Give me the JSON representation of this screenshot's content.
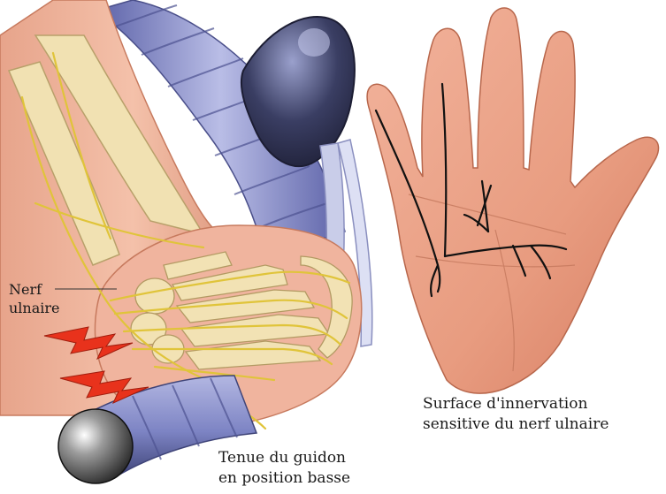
{
  "labels": {
    "nerve": {
      "line1": "Nerf",
      "line2": "ulnaire"
    },
    "grip": {
      "line1": "Tenue du guidon",
      "line2": "en position basse"
    },
    "surface": {
      "line1": "Surface d'innervation",
      "line2": "sensitive du nerf ulnaire"
    }
  },
  "colors": {
    "handlebar": "#7f86c6",
    "handlebar_dark": "#2e3152",
    "bone": "#f0dfae",
    "skin": "#eba88e",
    "nerve": "#e0c43a",
    "nerve_palm": "#111111",
    "pain_bolt": "#e8321c"
  }
}
